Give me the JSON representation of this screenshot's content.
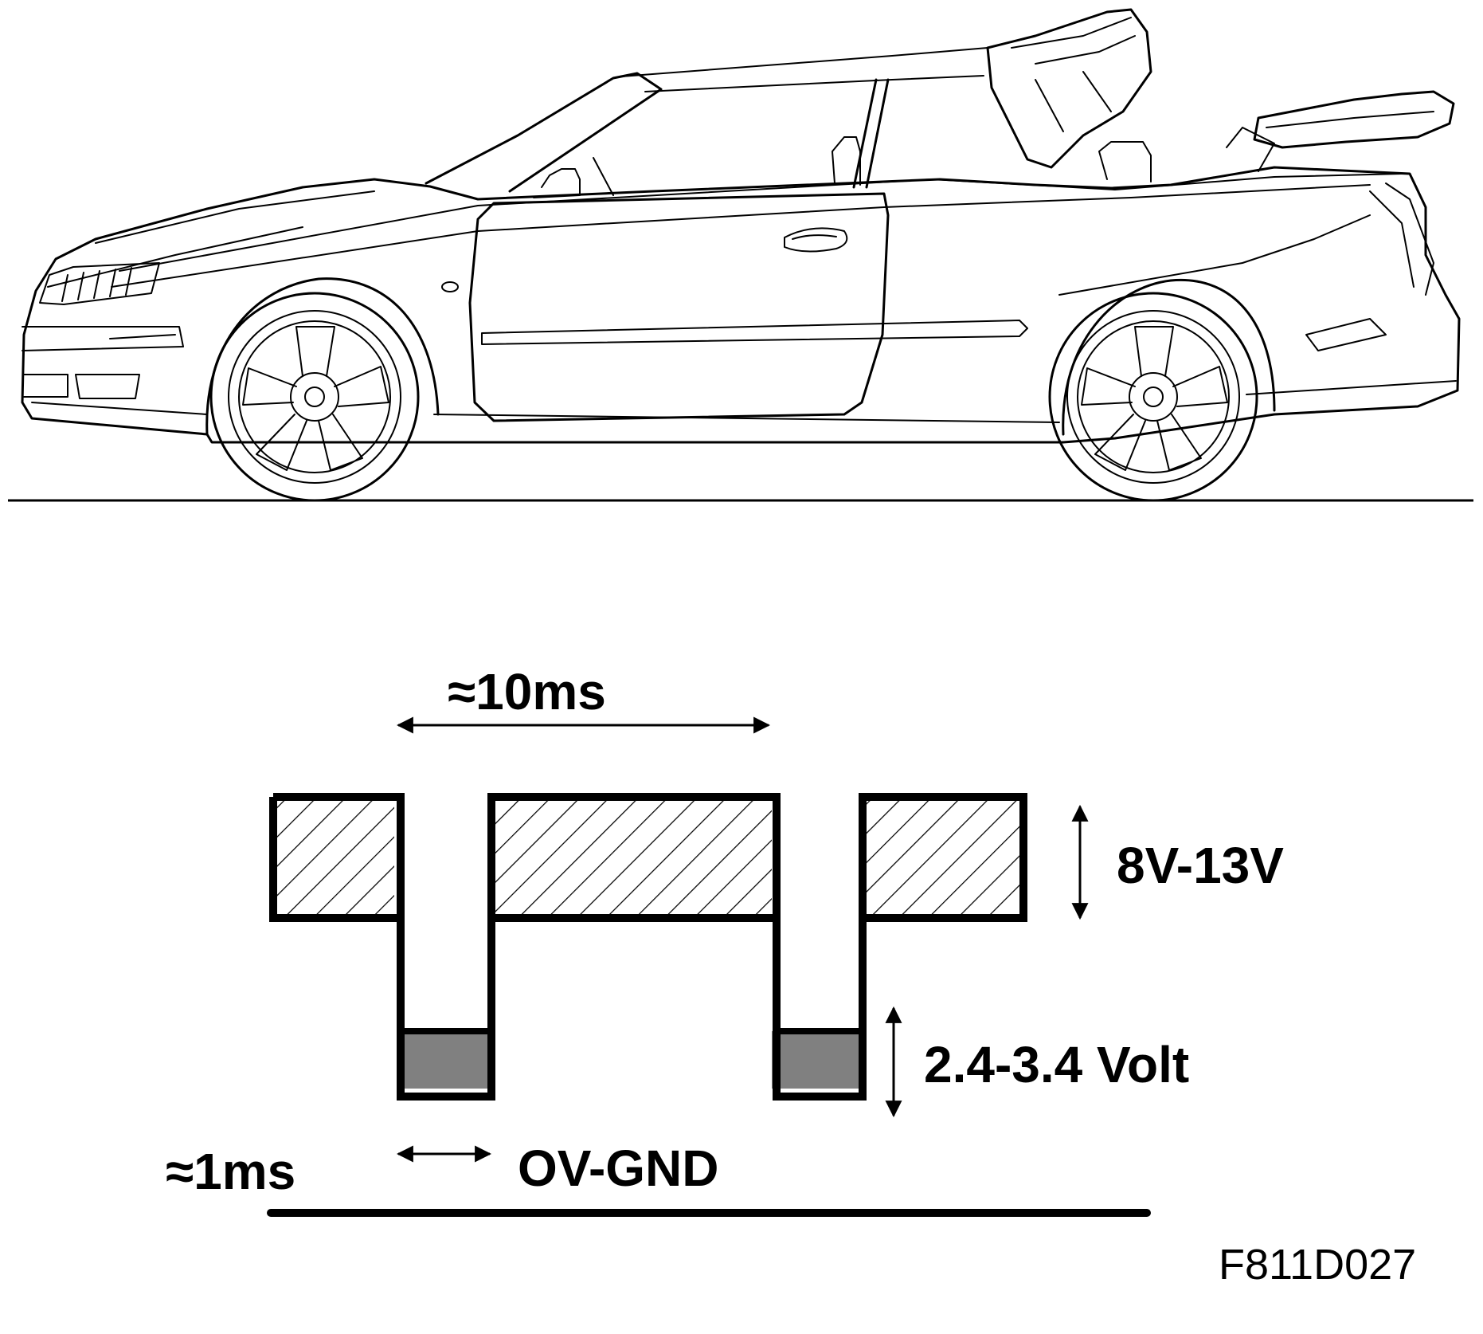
{
  "labels": {
    "period": "≈10ms",
    "high_voltage": "8V-13V",
    "low_voltage": "2.4-3.4 Volt",
    "pulse_width": "≈1ms",
    "ground": "OV-GND",
    "figure_id": "F811D027"
  },
  "colors": {
    "line": "#000000",
    "low_level_fill": "#808080",
    "background": "#ffffff"
  }
}
